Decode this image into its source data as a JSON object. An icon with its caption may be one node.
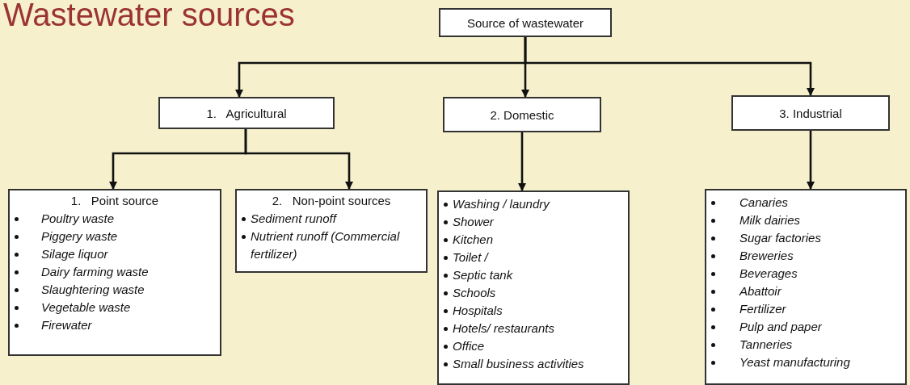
{
  "diagram": {
    "title": "Wastewater sources",
    "nodes": [
      {
        "text": [
          "Source of wastewater"
        ]
      },
      {
        "text": [
          "1.   Agricultural"
        ]
      },
      {
        "text": [
          "2. Domestic"
        ]
      },
      {
        "text": [
          "3. Industrial"
        ]
      },
      {
        "text": [
          "1.   Point source",
          "Poultry waste",
          "Piggery waste",
          "Silage liquor",
          "Dairy farming waste",
          "Slaughtering waste",
          "Vegetable waste",
          "Firewater"
        ]
      },
      {
        "text": [
          "2.   Non-point sources",
          "Sediment runoff",
          "Nutrient runoff (Commercial fertilizer)"
        ]
      },
      {
        "text": [
          "Washing / laundry",
          "Shower",
          "Kitchen",
          "Toilet /",
          "Septic tank",
          "Schools",
          "Hospitals",
          "Hotels/ restaurants",
          "Office",
          "Small business activities"
        ]
      },
      {
        "text": [
          "Canaries",
          "Milk dairies",
          "Sugar factories",
          "Breweries",
          "Beverages",
          "Abattoir",
          "Fertilizer",
          "Pulp and paper",
          "Tanneries",
          "Yeast manufacturing"
        ]
      }
    ],
    "edges": [
      {
        "from": 0,
        "to": 1,
        "arrow": "to"
      },
      {
        "from": 0,
        "to": 2,
        "arrow": "to"
      },
      {
        "from": 0,
        "to": 3,
        "arrow": "to"
      },
      {
        "from": 1,
        "to": 4,
        "arrow": "to"
      },
      {
        "from": 1,
        "to": 5,
        "arrow": "to"
      },
      {
        "from": 2,
        "to": 6,
        "arrow": "to"
      },
      {
        "from": 3,
        "to": 7,
        "arrow": "to"
      }
    ]
  }
}
